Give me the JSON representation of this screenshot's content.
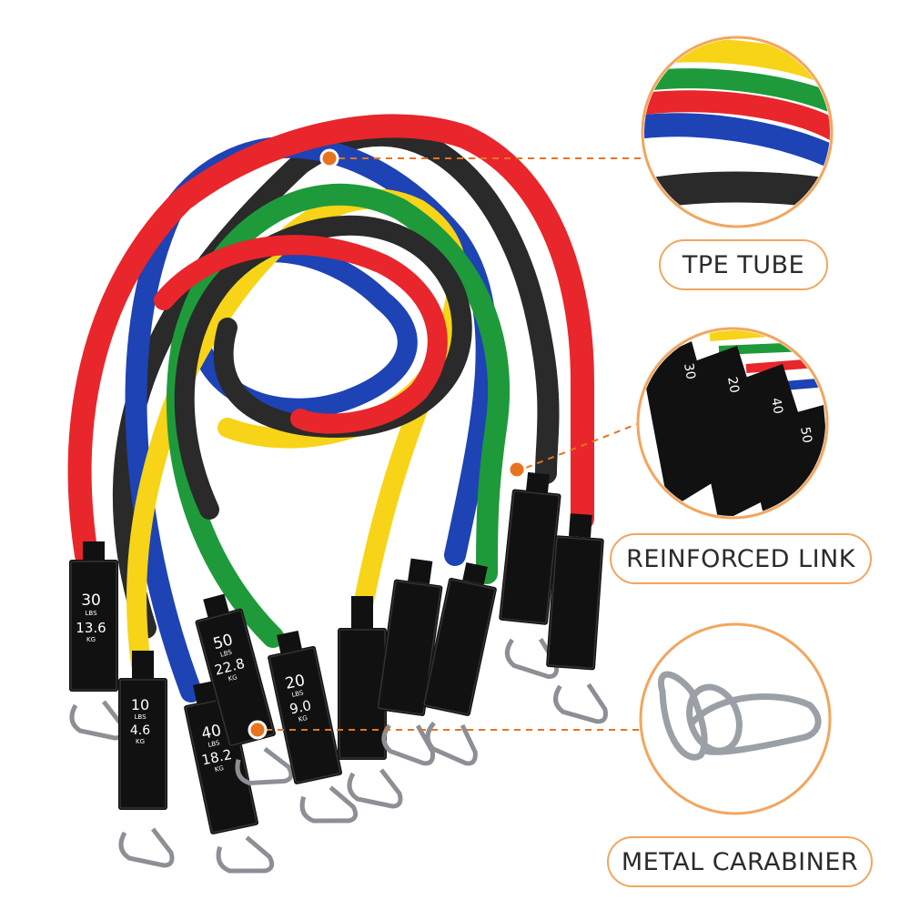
{
  "callouts": {
    "tube": "TPE TUBE",
    "link": "REINFORCED LINK",
    "carabiner": "METAL CARABINER"
  },
  "handles": [
    {
      "color": "red",
      "lbs": "30",
      "lbs_unit": "LBS",
      "kg": "13.6",
      "kg_unit": "KG"
    },
    {
      "color": "yellow",
      "lbs": "10",
      "lbs_unit": "LBS",
      "kg": "4.6",
      "kg_unit": "KG"
    },
    {
      "color": "blue",
      "lbs": "40",
      "lbs_unit": "LBS",
      "kg": "18.2",
      "kg_unit": "KG"
    },
    {
      "color": "black",
      "lbs": "50",
      "lbs_unit": "LBS",
      "kg": "22.8",
      "kg_unit": "KG"
    },
    {
      "color": "green",
      "lbs": "20",
      "lbs_unit": "LBS",
      "kg": "9.0",
      "kg_unit": "KG"
    }
  ],
  "colors": {
    "accent": "#e8731f",
    "red": "#e8262b",
    "yellow": "#f7d417",
    "blue": "#1d43b5",
    "green": "#1e9a3b",
    "black": "#2a2a2a"
  }
}
